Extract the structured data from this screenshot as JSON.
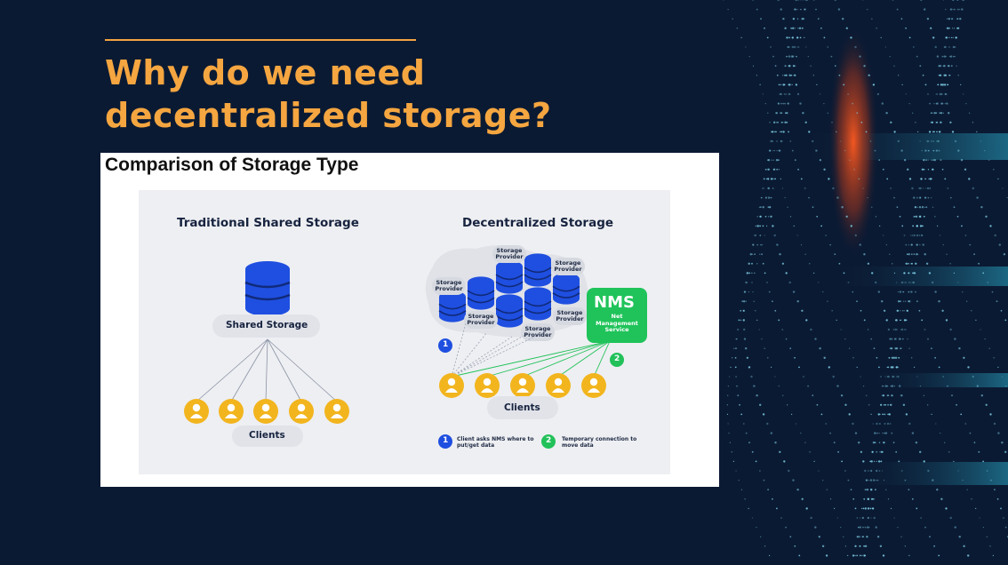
{
  "slide": {
    "title_line1": "Why do we need",
    "title_line2": "decentralized storage?",
    "accent_color": "#f5a640",
    "background_color": "#0b1a33"
  },
  "card": {
    "heading": "Comparison of Storage Type"
  },
  "diagram": {
    "traditional": {
      "title": "Traditional Shared Storage",
      "storage_label": "Shared Storage",
      "clients_label": "Clients"
    },
    "decentralized": {
      "title": "Decentralized Storage",
      "provider_label_line1": "Storage",
      "provider_label_line2": "Provider",
      "nms_title": "NMS",
      "nms_line1": "Net",
      "nms_line2": "Management",
      "nms_line3": "Service",
      "clients_label": "Clients",
      "badge_1": "1",
      "badge_2": "2"
    },
    "legend": {
      "item1_number": "1",
      "item1_line1": "Client asks NMS where to",
      "item1_line2": "put/get data",
      "item2_number": "2",
      "item2_line1": "Temporary connection to",
      "item2_line2": "move data"
    },
    "colors": {
      "db_blue": "#1f4fe0",
      "db_dark": "#102a7a",
      "client_yellow": "#f2b51e",
      "nms_green": "#1fc35a",
      "badge_blue": "#1f4fe0",
      "badge_green": "#22c15a"
    }
  }
}
